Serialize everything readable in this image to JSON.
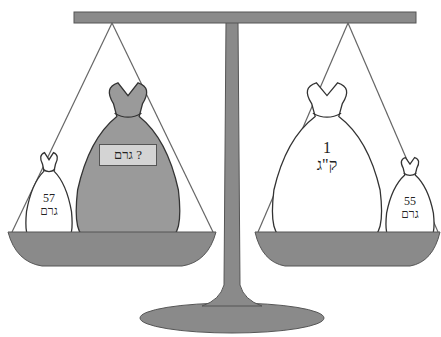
{
  "diagram": {
    "nodes": [
      {
        "text": [
          "57 גרם"
        ]
      },
      {
        "text": [
          "? גרם"
        ]
      },
      {
        "text": [
          "1 ק\"ג"
        ]
      },
      {
        "text": [
          "55 גרם"
        ]
      }
    ]
  }
}
